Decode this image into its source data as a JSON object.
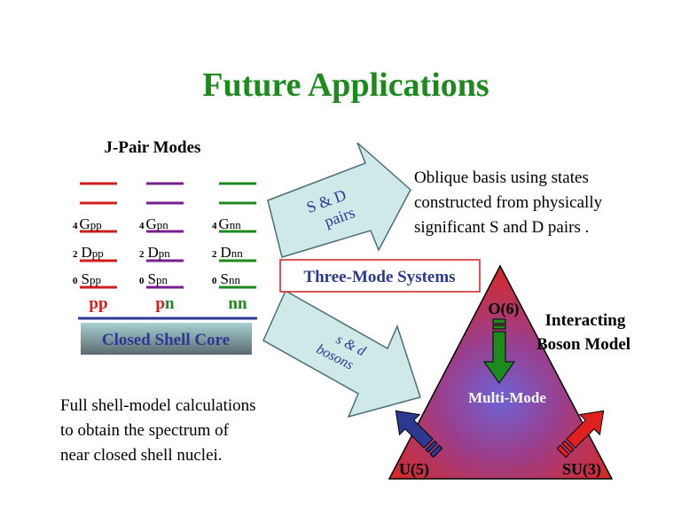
{
  "slide": {
    "title": "Future Applications",
    "jpair_heading": "J-Pair Modes",
    "columns": [
      {
        "levels": [
          {
            "j": "4",
            "letter": "G",
            "sub": "pp"
          },
          {
            "j": "2",
            "letter": "D",
            "sub": "pp"
          },
          {
            "j": "0",
            "letter": "S",
            "sub": "pp"
          }
        ],
        "label_parts": [
          {
            "text": "pp",
            "color": "#d11e1e"
          }
        ],
        "color": "#d11e1e"
      },
      {
        "levels": [
          {
            "j": "4",
            "letter": "G",
            "sub": "pn"
          },
          {
            "j": "2",
            "letter": "D",
            "sub": "pn"
          },
          {
            "j": "0",
            "letter": "S",
            "sub": "pn"
          }
        ],
        "label_parts": [
          {
            "text": "p",
            "color": "#d11e1e"
          },
          {
            "text": "n",
            "color": "#1e8a1e"
          }
        ],
        "color": "#7a1f8e"
      },
      {
        "levels": [
          {
            "j": "4",
            "letter": "G",
            "sub": "nn"
          },
          {
            "j": "2",
            "letter": "D",
            "sub": "nn"
          },
          {
            "j": "0",
            "letter": "S",
            "sub": "nn"
          }
        ],
        "label_parts": [
          {
            "text": "nn",
            "color": "#1e8a1e"
          }
        ],
        "color": "#1e8a1e"
      }
    ],
    "closed_shell_core": "Closed Shell Core",
    "arrow_sd_pairs": {
      "line1": "S & D",
      "line2": "pairs"
    },
    "arrow_sd_bosons": {
      "line1": "s & d",
      "line2": "bosons"
    },
    "oblique_text": [
      "Oblique basis using states",
      "constructed from physically",
      "significant S and D pairs ."
    ],
    "three_mode_label": "Three-Mode Systems",
    "full_shell_text": [
      "Full shell-model calculations",
      "to obtain the spectrum of",
      "near closed shell nuclei."
    ],
    "triangle": {
      "top": "O(6)",
      "left": "U(5)",
      "right": "SU(3)",
      "center": "Multi-Mode"
    },
    "ibm_label": {
      "line1": "Interacting",
      "line2": "Boson Model"
    },
    "colors": {
      "title": "#1e8a1e",
      "navy": "#2b3990",
      "red": "#d11e1e",
      "purple": "#7a1f8e",
      "green": "#1e8a1e",
      "arrow_fill": "#cfe9e9",
      "triangle_red": "#cc2a2a",
      "triangle_center": "#6a5ac8"
    }
  }
}
